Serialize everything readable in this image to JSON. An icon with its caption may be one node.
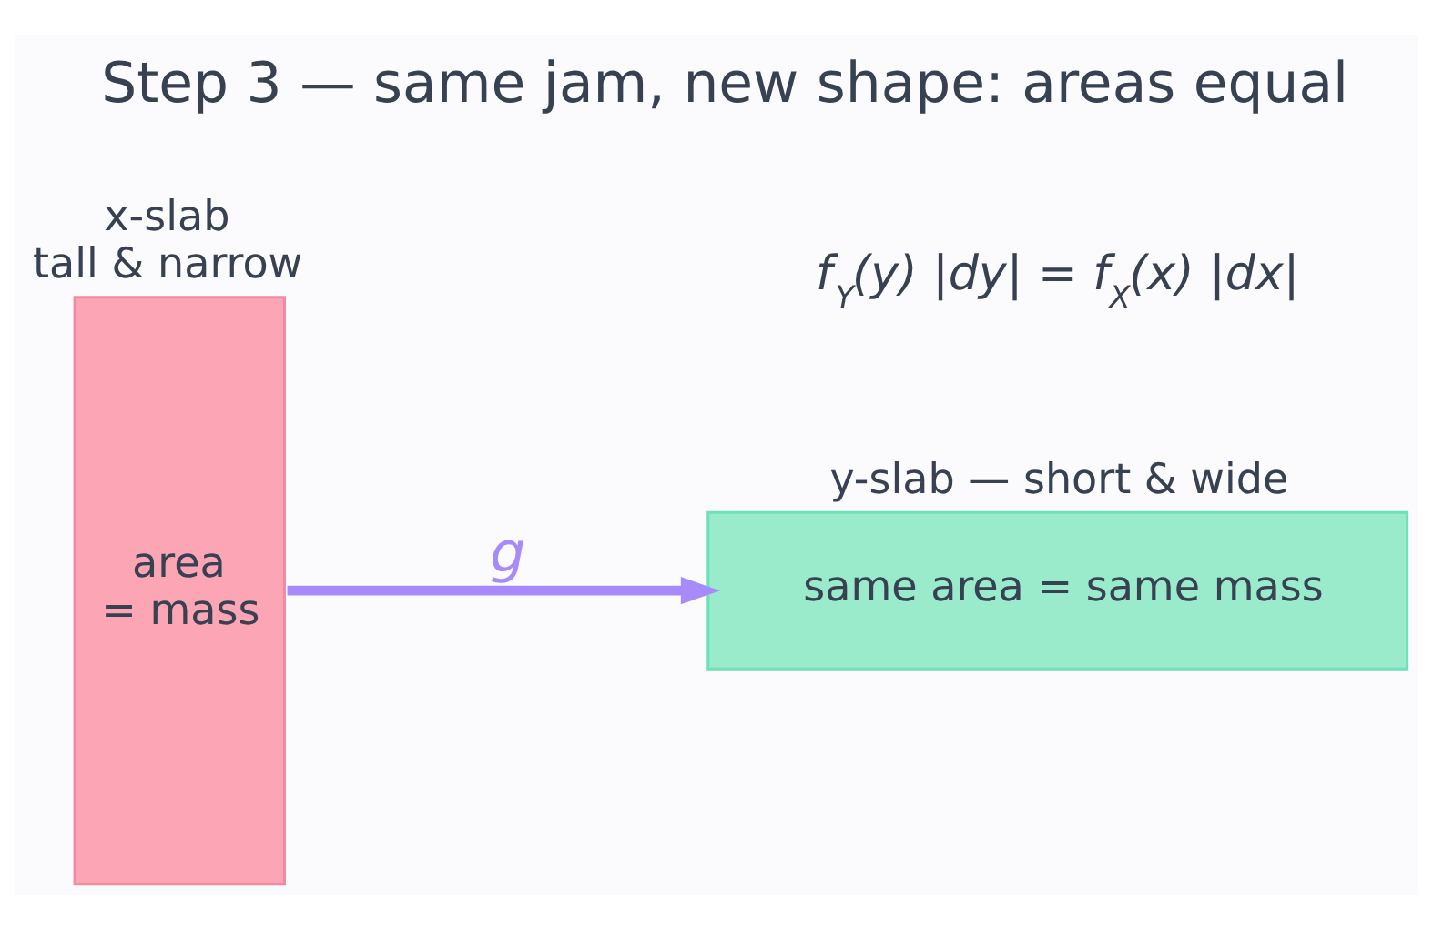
{
  "diagram": {
    "title": "Step 3 — same jam, new shape: areas equal",
    "nodes": [
      {
        "text": [
          "x-slab tall & narrow",
          "area = mass"
        ]
      },
      {
        "text": [
          "y-slab — short & wide",
          "same area = same mass"
        ]
      }
    ],
    "edges": [
      {
        "from": 0,
        "to": 1,
        "arrow": "to",
        "label": "g",
        "color": "#a78bfa"
      }
    ],
    "labels": [
      "f$_{Y}$(y) |dy| = f$_{X}$(x) |dx|"
    ]
  }
}
